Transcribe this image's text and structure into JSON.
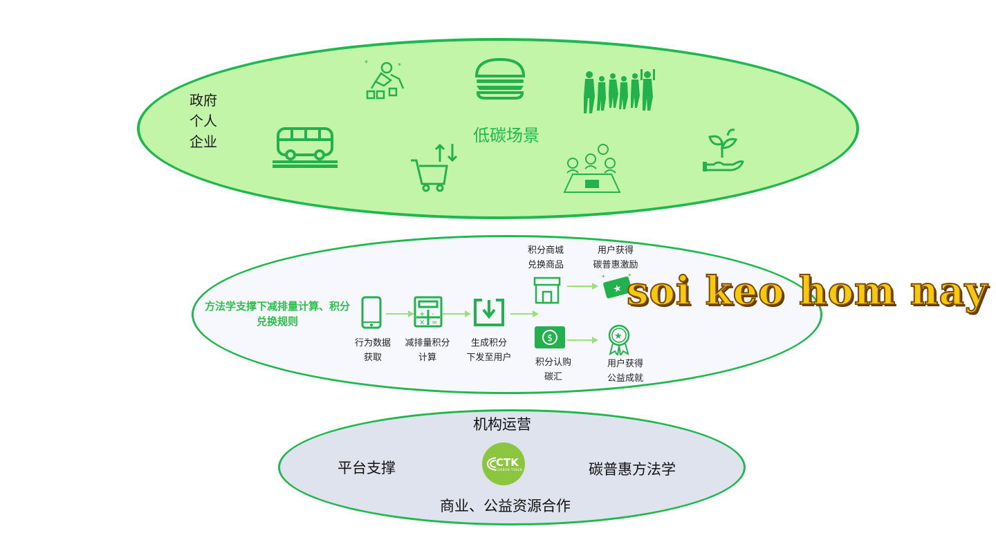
{
  "top": {
    "actors": [
      "政府",
      "个人",
      "企业"
    ],
    "scene_title": "低碳场景"
  },
  "middle": {
    "method_text": "方法学支撑下减排量计算、积分兑换规则",
    "steps": [
      {
        "lines": [
          "行为数据",
          "获取"
        ]
      },
      {
        "lines": [
          "减排量积分",
          "计算"
        ]
      },
      {
        "lines": [
          "生成积分",
          "下发至用户"
        ]
      }
    ],
    "branch_upper": {
      "source": [
        "积分商城",
        "兑换商品"
      ],
      "result": [
        "用户获得",
        "碳普惠激励"
      ]
    },
    "branch_lower": {
      "source": [
        "积分认购",
        "碳汇"
      ],
      "result": [
        "用户获得",
        "公益成就"
      ]
    }
  },
  "bottom": {
    "title": "机构运营",
    "left": "平台支撑",
    "right": "碳普惠方法学",
    "footer": "商业、公益资源合作",
    "logo_text": "CTK",
    "logo_sub": "CARBON TOKEN"
  },
  "watermark": "soi keo hom nay",
  "colors": {
    "green": "#1fb84f",
    "light_green": "#c2f5a8",
    "icon_green": "#22b14c"
  }
}
